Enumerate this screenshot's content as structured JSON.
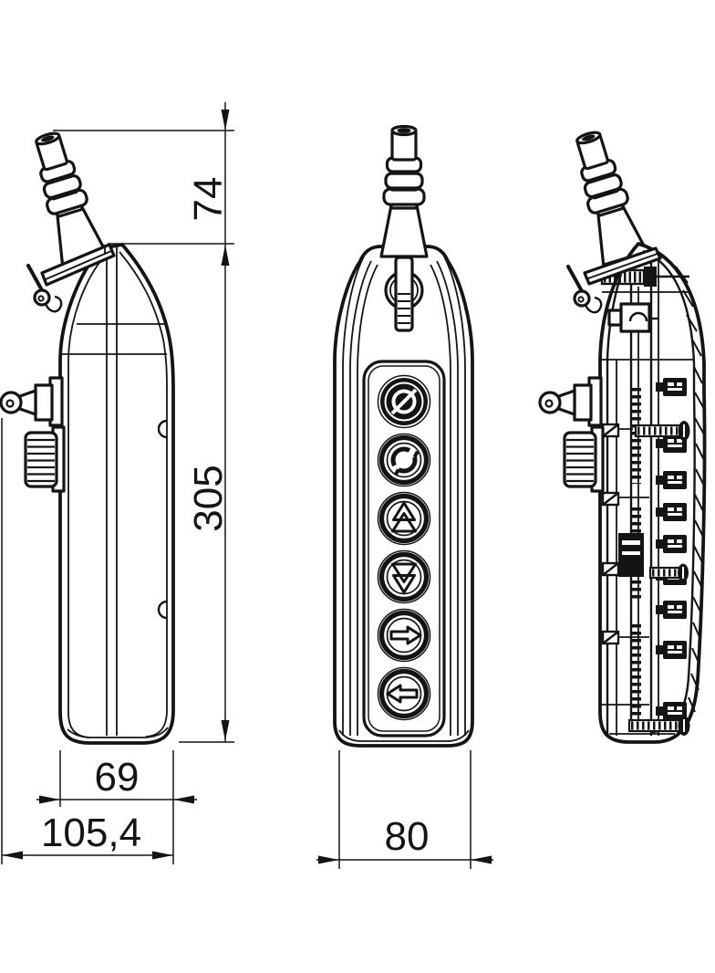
{
  "drawing": {
    "title": "pendant-control-station-dimensional-drawing",
    "background": "#ffffff",
    "line_color": "#141414",
    "dimensions": {
      "gland_height": "74",
      "body_height": "305",
      "body_depth": "69",
      "overall_depth": "105,4",
      "body_width": "80"
    },
    "views": {
      "side_view": {
        "features": [
          "cable-gland",
          "hanging-hook",
          "release-key",
          "knurled-knob"
        ]
      },
      "front_view": {
        "button_icons": [
          "stop-icon",
          "twist-release-icon",
          "double-arrow-up-icon",
          "double-arrow-down-icon",
          "arrow-right-icon",
          "arrow-left-icon"
        ]
      },
      "section_view": {
        "features": [
          "contact-blocks",
          "terminal-strips",
          "cover-screws"
        ]
      }
    }
  }
}
